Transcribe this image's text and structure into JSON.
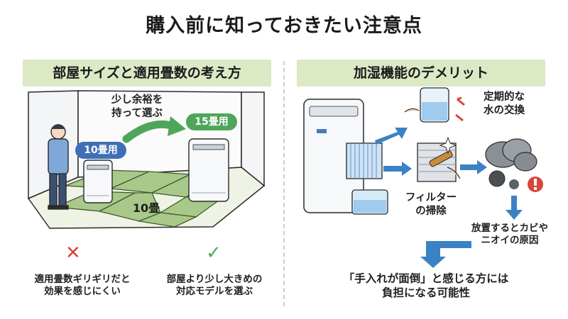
{
  "page_title": "購入前に知っておきたい注意点",
  "left_section": {
    "heading": "部屋サイズと適用畳数の考え方",
    "quote": "少し余裕を\n持って選ぶ",
    "badge_small": "10畳用",
    "badge_large": "15畳用",
    "floor_label": "10畳",
    "bad_caption": "適用畳数ギリギリだと\n効果を感じにくい",
    "good_caption": "部屋より少し大きめの\n対応モデルを選ぶ",
    "bad_icon": "cross-icon",
    "good_icon": "check-icon"
  },
  "right_section": {
    "heading": "加湿機能のデメリット",
    "quote_water": "定期的な\n水の交換",
    "quote_filter": "フィルター\nの掃除",
    "mold_caption": "放置するとカビや\nニオイの原因",
    "conclusion": "「手入れが面倒」と感じる方には\n負担になる可能性"
  },
  "colors": {
    "header_bg": "#dbe9c5",
    "tatami": "#a9c98a",
    "badge_blue": "#3f6fb6",
    "badge_green": "#4fa55b",
    "arrow_blue": "#3b82c4",
    "cross_red": "#d9443b",
    "check_green": "#4caf50"
  }
}
